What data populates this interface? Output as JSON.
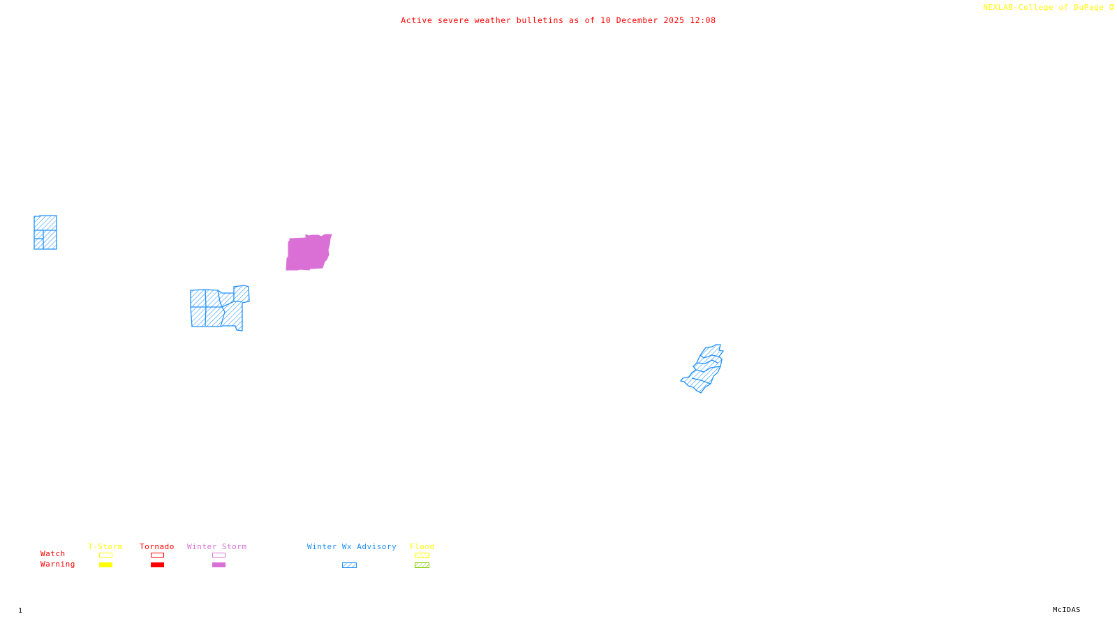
{
  "header": {
    "title": "Active severe weather bulletins as of 10 December 2025 12:08",
    "credit": "NEXLAB-College of DuPage",
    "credit_logo_icon": "cod-logo-icon"
  },
  "footer": {
    "frame_number": "1",
    "software": "McIDAS"
  },
  "colors": {
    "title": "#ff0000",
    "credit": "#ffff00",
    "tstorm": "#ffff00",
    "tornado": "#ff0000",
    "winter_storm": "#da70d6",
    "winter_wx_advisory": "#1e90ff",
    "flood_watch": "#ffff00",
    "flood_warning": "#7fcc00"
  },
  "legend": {
    "row_labels": {
      "watch": "Watch",
      "warning": "Warning"
    },
    "columns": [
      {
        "label": "T-Storm",
        "watch": "outline",
        "warning": "filled"
      },
      {
        "label": "Tornado",
        "watch": "outline",
        "warning": "filled"
      },
      {
        "label": "Winter Storm",
        "watch": "outline",
        "warning": "filled"
      },
      {
        "label": "Winter Wx Advisory",
        "watch": null,
        "warning": "hatched"
      },
      {
        "label": "Flood",
        "watch": "hatched",
        "warning": "hatched"
      }
    ]
  },
  "map_areas": [
    {
      "id": "advisory-northwest",
      "type": "Winter Wx Advisory",
      "style": "hatched"
    },
    {
      "id": "warning-central",
      "type": "Winter Storm Warning",
      "style": "filled"
    },
    {
      "id": "advisory-central",
      "type": "Winter Wx Advisory",
      "style": "hatched"
    },
    {
      "id": "advisory-east",
      "type": "Winter Wx Advisory",
      "style": "hatched"
    }
  ]
}
